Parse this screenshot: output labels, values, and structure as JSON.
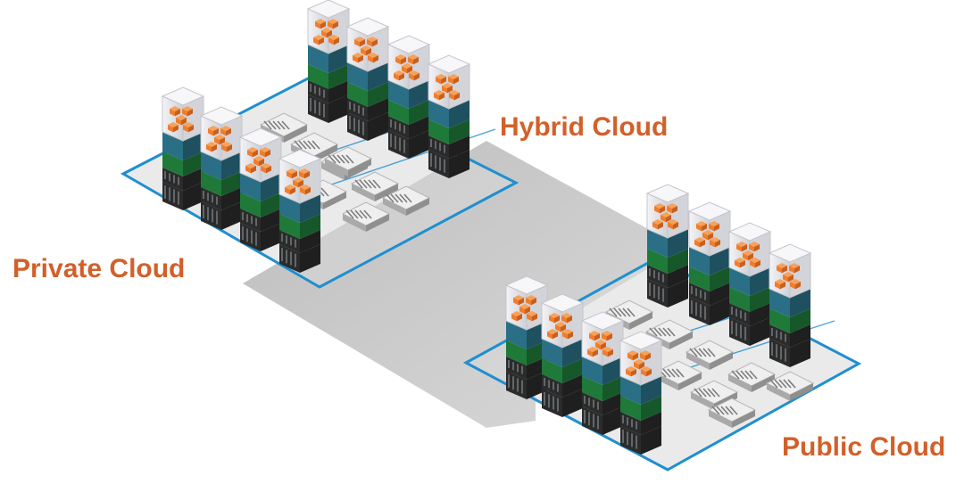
{
  "labels": {
    "hybrid": "Hybrid Cloud",
    "private": "Private Cloud",
    "public": "Public Cloud"
  },
  "colors": {
    "label": "#d2602a",
    "bridge": "#cfcfcf",
    "outline": "#1f8fd0",
    "tray": "#d9d9d9",
    "server_dark": "#2b2b2b",
    "server_green": "#1f7a3a",
    "server_blue": "#2a6f86",
    "vm_orange": "#f07d2c",
    "vm_glass": "#e9e9ee",
    "switch": "#efefef"
  },
  "icons": {
    "server": "server-rack-icon",
    "vm": "virtual-machine-cube-icon",
    "switch": "network-switch-icon"
  }
}
